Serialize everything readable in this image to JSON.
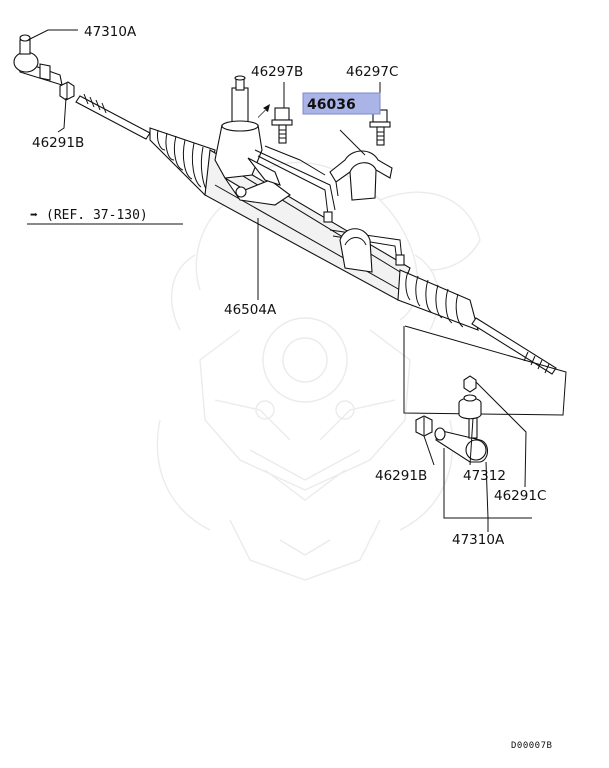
{
  "labels": {
    "tie_rod_end_left": "47310A",
    "lock_nut_left": "46291B",
    "bolt_left": "46297B",
    "bolt_right": "46297C",
    "clamp_highlighted": "46036",
    "gear_assy": "46504A",
    "lock_nut_right": "46291B",
    "dust_cover": "47312",
    "nut_right": "46291C",
    "tie_rod_end_right": "47310A"
  },
  "reference": {
    "text": "(REF. 37-130)",
    "arrow_glyph": "➡"
  },
  "diagram_code": "D00007B",
  "colors": {
    "highlight_fill": "#aab4e6",
    "line": "#111111"
  },
  "icons": [
    "arrow-right-icon",
    "watermark-samurai-icon"
  ]
}
